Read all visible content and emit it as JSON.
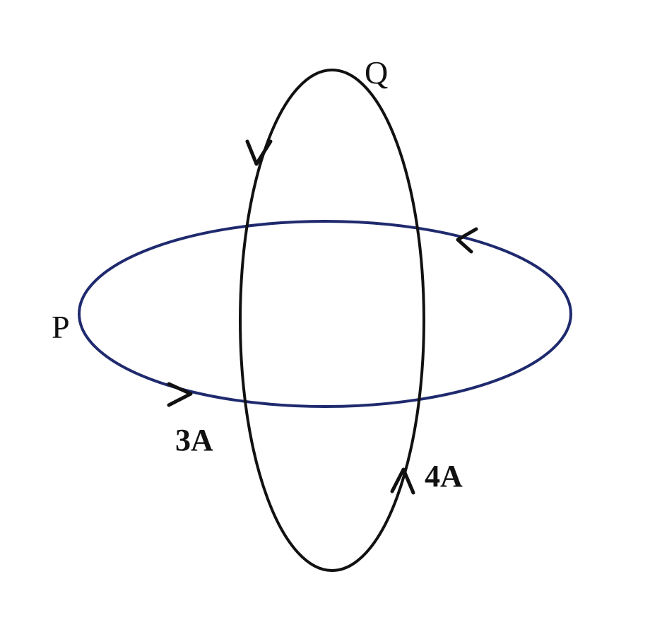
{
  "labels": {
    "p": "P",
    "q": "Q",
    "current_p": "3A",
    "current_q": "4A"
  },
  "colors": {
    "loop_p": "#1f2a6e",
    "loop_q": "#111111",
    "background": "#ffffff"
  }
}
